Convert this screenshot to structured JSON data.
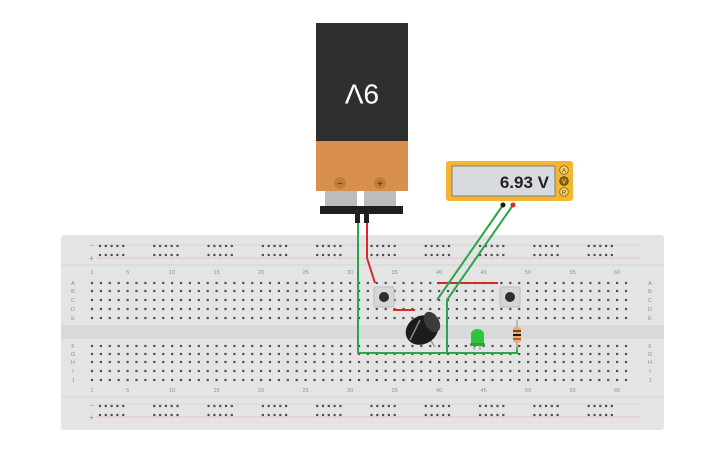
{
  "battery": {
    "label": "9V",
    "negative_symbol": "−",
    "positive_symbol": "+",
    "body_color": "#2f2f2f",
    "base_color": "#d8904c"
  },
  "multimeter": {
    "reading": "6.93 V",
    "mode_buttons": [
      "A",
      "V",
      "R"
    ],
    "body_color": "#f2b632"
  },
  "breadboard": {
    "column_numbers": [
      "1",
      "5",
      "10",
      "15",
      "20",
      "25",
      "30",
      "35",
      "40",
      "45",
      "50",
      "55",
      "60"
    ],
    "top_row_letters": [
      "A",
      "B",
      "C",
      "D",
      "E"
    ],
    "bottom_row_letters": [
      "F",
      "G",
      "H",
      "I",
      "J"
    ],
    "rail_minus": "−",
    "rail_plus": "+",
    "board_color": "#e4e4e4"
  },
  "components": {
    "led_color": "#2fc43f",
    "wire_red": "#d62a2a",
    "wire_green": "#2aa64a"
  }
}
